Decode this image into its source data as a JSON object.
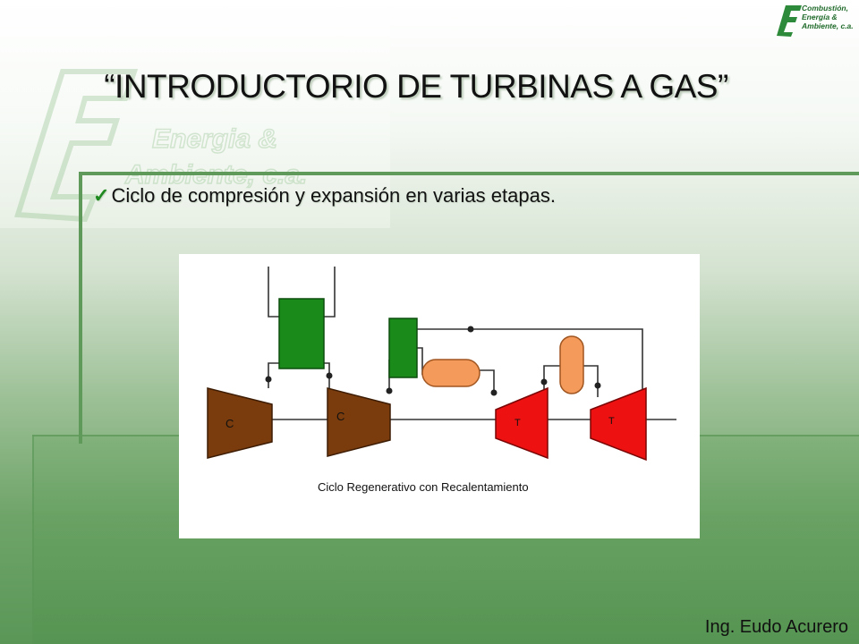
{
  "logo": {
    "lines": [
      "Combustión,",
      "Energía &",
      "Ambiente, c.a."
    ]
  },
  "watermark": {
    "lines": [
      "Energia &",
      "Ambiente, c.a."
    ]
  },
  "slide": {
    "title": "“INTRODUCTORIO DE TURBINAS A GAS”",
    "bullet": "Ciclo de compresión  y expansión  en varias etapas.",
    "footer": "Ing. Eudo Acurero"
  },
  "diagram": {
    "caption": "Ciclo Regenerativo con Recalentamiento",
    "compressor_label": "C",
    "turbine_label": "T",
    "colors": {
      "compressor": "#7a3c0c",
      "turbine": "#ee1111",
      "intercooler": "#1a8a1a",
      "combustor": "#f49a5a",
      "line": "#333333"
    }
  }
}
